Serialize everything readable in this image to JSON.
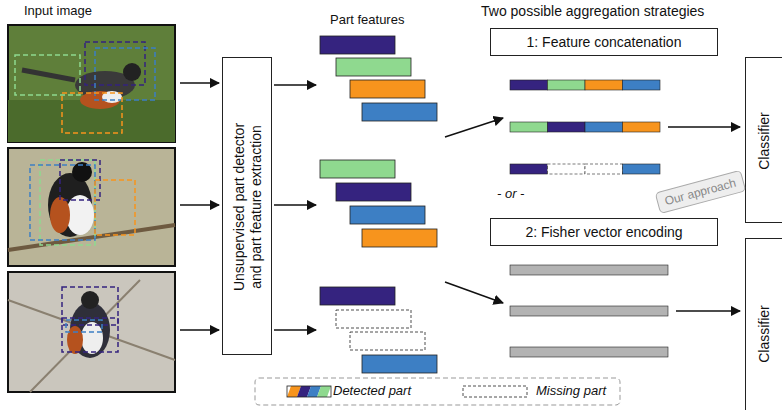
{
  "diagram": {
    "nodes": [
      {
        "text": [
          "Unsupervised part detector and part feature extraction"
        ]
      },
      {
        "text": [
          "1: Feature concatenation"
        ]
      },
      {
        "text": [
          "Classifier"
        ]
      },
      {
        "text": [
          "Our approach"
        ]
      },
      {
        "text": [
          "2: Fisher vector encoding"
        ]
      },
      {
        "text": [
          "Classifier"
        ]
      }
    ],
    "labels": [
      "Input image",
      "Part features",
      "Two possible aggregation strategies",
      "- or -"
    ],
    "legend": [
      {
        "text": "Detected part"
      },
      {
        "text": "Missing part"
      }
    ]
  }
}
